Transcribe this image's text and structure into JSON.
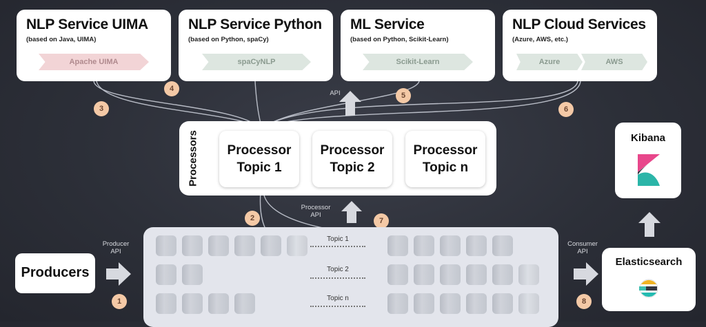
{
  "services": [
    {
      "title": "NLP Service UIMA",
      "subtitle": "(based on Java, UIMA)",
      "pills": [
        "Apache UIMA"
      ]
    },
    {
      "title": "NLP Service Python",
      "subtitle": "(based on Python, spaCy)",
      "pills": [
        "spaCyNLP"
      ]
    },
    {
      "title": "ML Service",
      "subtitle": "(based on Python, Scikit-Learn)",
      "pills": [
        "Scikit-Learn"
      ]
    },
    {
      "title": "NLP Cloud Services",
      "subtitle": "(Azure, AWS, etc.)",
      "pills": [
        "Azure",
        "AWS"
      ]
    }
  ],
  "processors": {
    "label": "Processors",
    "boxes": [
      {
        "line1": "Processor",
        "line2": "Topic 1"
      },
      {
        "line1": "Processor",
        "line2": "Topic 2"
      },
      {
        "line1": "Processor",
        "line2": "Topic n"
      }
    ]
  },
  "labels": {
    "api": "API",
    "processor_api_1": "Processor",
    "processor_api_2": "API",
    "producer_api_1": "Producer",
    "producer_api_2": "API",
    "consumer_api_1": "Consumer",
    "consumer_api_2": "API"
  },
  "topics": [
    "Topic 1",
    "Topic 2",
    "Topic n"
  ],
  "producers": "Producers",
  "kibana": "Kibana",
  "elasticsearch": "Elasticsearch",
  "steps": [
    "1",
    "2",
    "3",
    "4",
    "5",
    "6",
    "7",
    "8"
  ],
  "colors": {
    "background": "#2c2f38",
    "badge": "#f4c9a6",
    "pill_pink": "#f2d4d6",
    "pill_green": "#dde6e0",
    "kibana_pink": "#e8478b",
    "kibana_teal": "#2bb5a8"
  }
}
